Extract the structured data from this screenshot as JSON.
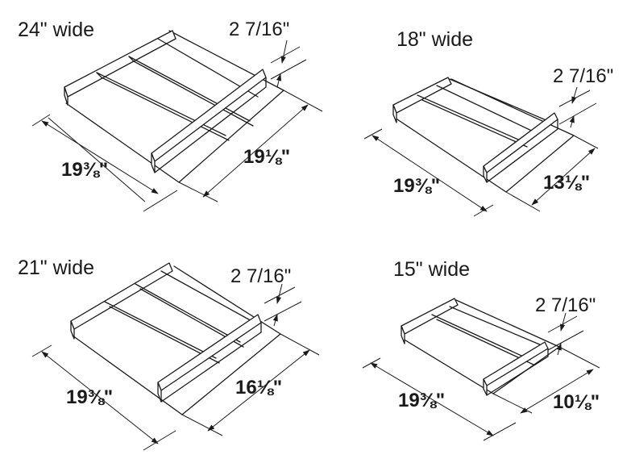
{
  "tray_24": {
    "width_label": "24\" wide",
    "depth": "19⅜\"",
    "length": "19⅛\"",
    "height": "2 7/16\""
  },
  "tray_18": {
    "width_label": "18\" wide",
    "depth": "19⅜\"",
    "length": "13⅛\"",
    "height": "2 7/16\""
  },
  "tray_21": {
    "width_label": "21\" wide",
    "depth": "19⅜\"",
    "length": "16⅛\"",
    "height": "2 7/16\""
  },
  "tray_15": {
    "width_label": "15\" wide",
    "depth": "19⅜\"",
    "length": "10⅛\"",
    "height": "2 7/16\""
  }
}
